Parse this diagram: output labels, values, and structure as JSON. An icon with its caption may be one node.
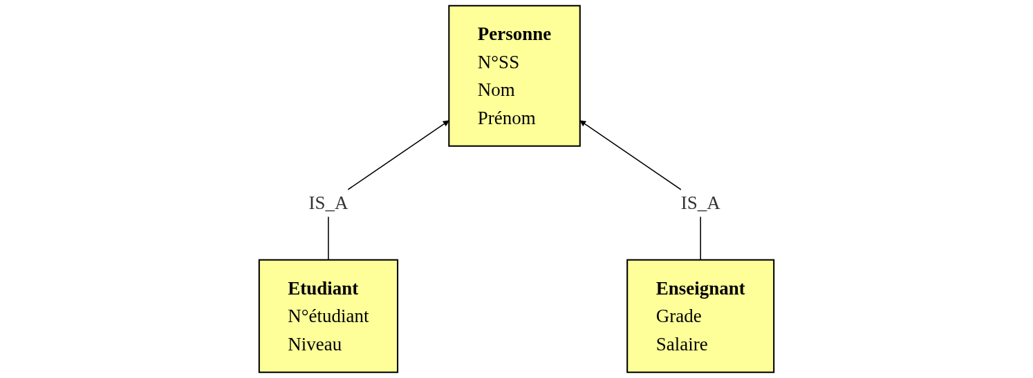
{
  "diagram": {
    "nodes": [
      {
        "text": [
          "Personne",
          "N°SS",
          "Nom",
          "Prénom"
        ]
      },
      {
        "text": [
          "Etudiant",
          "N°étudiant",
          "Niveau"
        ]
      },
      {
        "text": [
          "Enseignant",
          "Grade",
          "Salaire"
        ]
      }
    ],
    "edges": [
      {
        "from": 1,
        "to": 0,
        "arrow": "to",
        "label": "IS_A"
      },
      {
        "from": 2,
        "to": 0,
        "arrow": "to",
        "label": "IS_A"
      }
    ]
  }
}
